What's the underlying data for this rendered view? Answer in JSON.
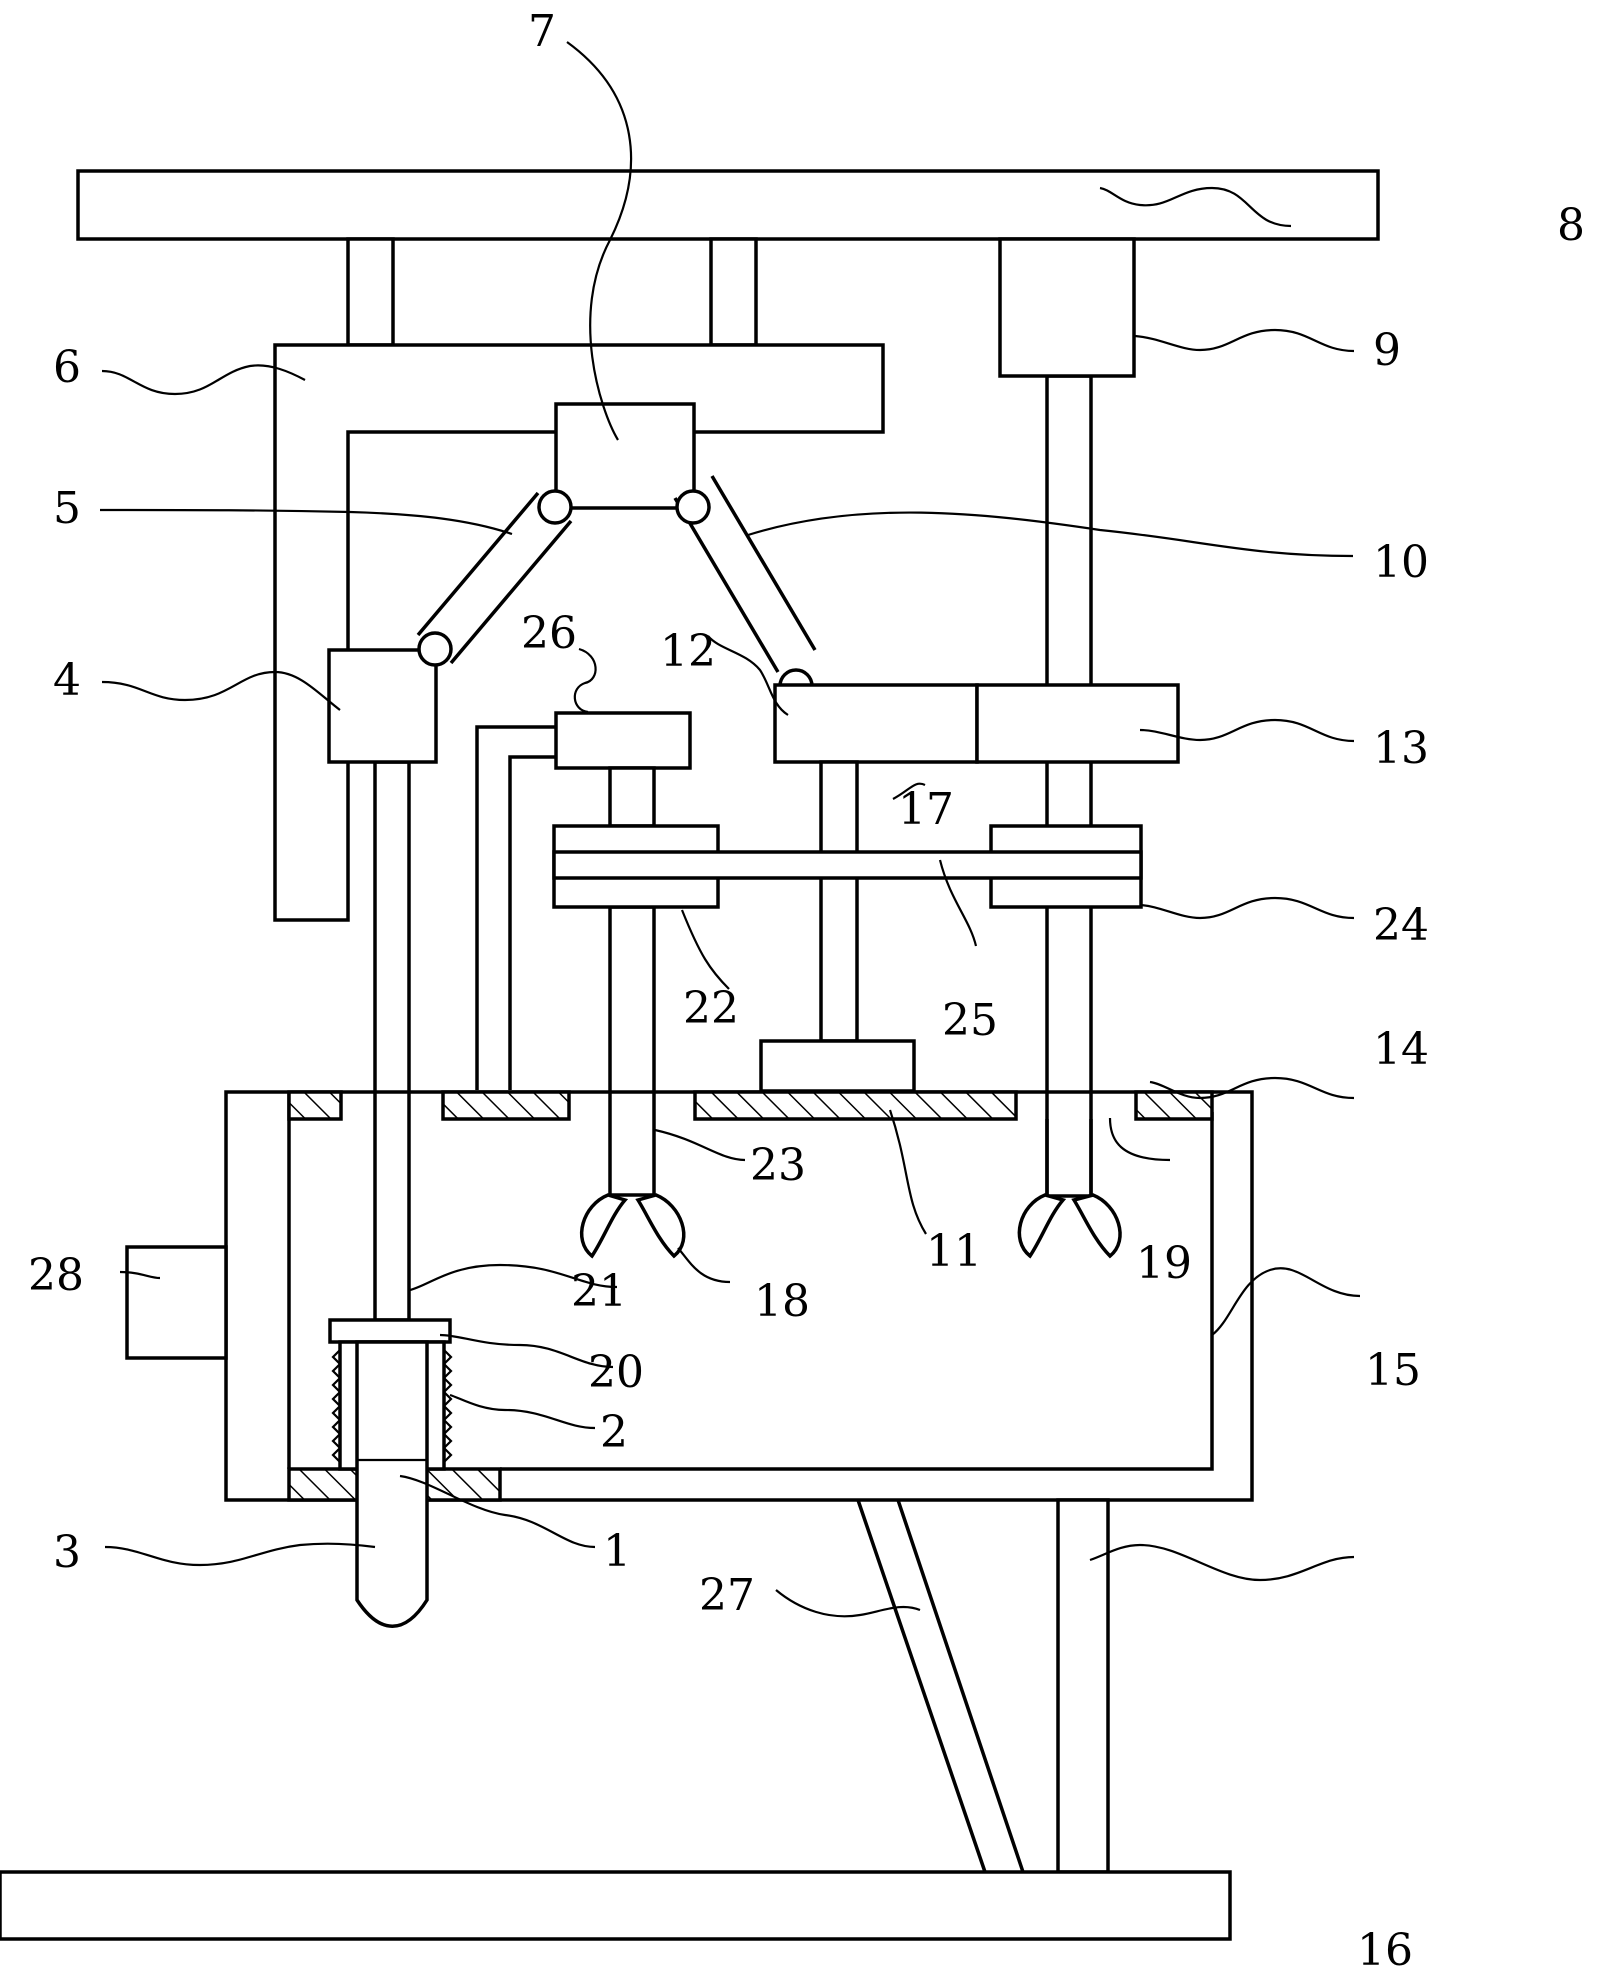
{
  "diagram": {
    "labels": {
      "l1": "1",
      "l2": "2",
      "l3": "3",
      "l4": "4",
      "l5": "5",
      "l6": "6",
      "l7": "7",
      "l8": "8",
      "l9": "9",
      "l10": "10",
      "l11": "11",
      "l12": "12",
      "l13": "13",
      "l14": "14",
      "l15": "15",
      "l16": "16",
      "l17": "17",
      "l18": "18",
      "l19": "19",
      "l20": "20",
      "l21": "21",
      "l22": "22",
      "l23": "23",
      "l24": "24",
      "l25": "25",
      "l26": "26",
      "l27": "27",
      "l28": "28"
    },
    "colors": {
      "line": "#000000",
      "background": "#ffffff"
    }
  }
}
